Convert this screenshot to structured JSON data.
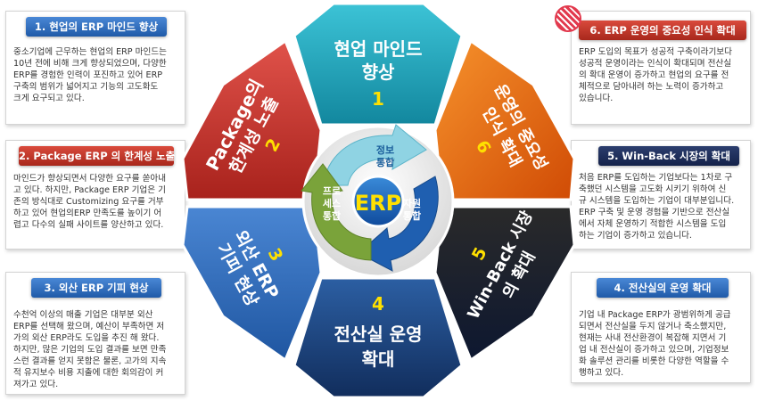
{
  "hexagon": {
    "top": {
      "line1": "현업 마인드",
      "line2": "향상",
      "number": "1"
    },
    "upper_left": {
      "line1": "Package의",
      "line2": "한계성 노출",
      "number": "2"
    },
    "lower_left": {
      "line1": "외산 ERP",
      "line2": "기피 현상",
      "number": "3"
    },
    "bottom": {
      "number": "4",
      "line1": "전산실 운영",
      "line2": "확대"
    },
    "lower_right": {
      "number": "5",
      "line1": "Win-Back 시장",
      "line2": "의 확대"
    },
    "upper_right": {
      "line1": "운영의 중요성",
      "line2": "인식 확대",
      "number": "6"
    }
  },
  "center": {
    "label": "ERP",
    "top_segment": [
      "정보",
      "통합"
    ],
    "left_segment": [
      "프로",
      "세스",
      "통합"
    ],
    "right_segment": [
      "자원",
      "통합"
    ]
  },
  "cards": {
    "card1": {
      "title": "1. 현업의 ERP 마인드 향상",
      "body": "중소기업에 근무하는 현업의 ERP 마인드는\n10년 전에 비해 크게 향상되었으며, 다양한\nERP를 경험한 인력이 포진하고 있어 ERP\n구축의 범위가 넓어지고 기능의 고도화도\n크게 요구되고 있다."
    },
    "card2": {
      "title": "2. Package ERP 의 한계성 노출",
      "body": "마인드가 향상되면서 다양한 요구를 쏟아내\n고 있다. 하지만, Package ERP 기업은 기\n존의 방식대로 Customizing 요구를 거부\n하고 있어 현업의ERP 만족도를 높이기 어\n렵고 다수의 실패 사이트를 양산하고 있다."
    },
    "card3": {
      "title": "3. 외산 ERP 기피 현상",
      "body": "수천억 이상의 매출 기업은 대부분 외산\nERP를 선택해 왔으며, 예산이 부족하면 저\n가의 외산 ERP라도 도입을 추진 해 왔다.\n하지만, 많은 기업의 도입 결과를 보면 만족\n스런 결과를 얻지 못함은 물론, 고가의 지속\n적 유지보수 비용 지출에 대한 회의감이 커\n져가고 있다."
    },
    "card4": {
      "title": "4. 전산실의 운영 확대",
      "body": "기업 내 Package ERP가 광범위하게 공급\n되면서 전산실을 두지 않거나 축소했지만,\n현재는 사내 전산환경이 복잡해 지면서  기\n업 내 전산실이 증가하고 있으며, 기업정보\n화 솔루션 관리를 비롯한 다양한 역할을 수\n행하고 있다."
    },
    "card5": {
      "title": "5. Win-Back 시장의 확대",
      "body": "처음 ERP를 도입하는 기업보다는 1차로 구\n축했던 시스템을 고도화 시키기 위하여 신\n규 시스템을 도입하는 기업이 대부분입니다.\nERP 구축 및 운영  경험을 기반으로 전산실\n에서 자체    운영하기 적합한 시스템을 도입\n하는 기업이 증가하고 있습니다."
    },
    "card6": {
      "title": "6. ERP 운영의 중요성 인식 확대",
      "body": "ERP 도입의 목표가 성공적 구축이라기보다\n성공적 운영이라는 인식이 확대되며 전산실\n의 확대 운영이 증가하고 현업의 요구를 전\n체적으로 담아내려 하는 노력이 증가하고\n있습니다."
    }
  },
  "colors": {
    "teal": "#1aa0b8",
    "navy": "#1b3f7a",
    "blue": "#2e6bb5",
    "orange": "#e8620f",
    "red": "#c9332c",
    "green": "#7aa33a",
    "yellow": "#ffe000"
  }
}
